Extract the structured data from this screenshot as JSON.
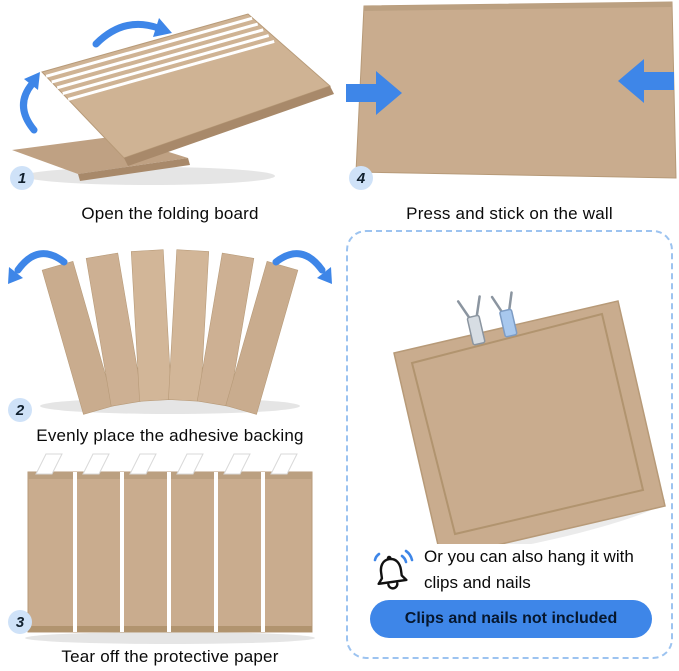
{
  "steps": [
    {
      "num": "1",
      "caption": "Open the folding board"
    },
    {
      "num": "2",
      "caption": "Evenly place the adhesive backing"
    },
    {
      "num": "3",
      "caption": "Tear off the protective paper"
    },
    {
      "num": "4",
      "caption": "Press and stick on the wall"
    }
  ],
  "note": {
    "text": "Or you can also hang it with clips and nails",
    "badge": "Clips and nails not included"
  },
  "icons": {
    "bell": "bell-icon",
    "curved_arrow": "curved-arrow-icon",
    "press_arrow": "press-arrow-icon"
  },
  "colors": {
    "accent_blue": "#3E86E8",
    "light_blue_badge": "#CFE2F8",
    "board_tan": "#C9AC8E",
    "board_edge": "#A8896A",
    "pill_blue": "#3E86E8",
    "dashed_border": "#9CC3F0"
  }
}
